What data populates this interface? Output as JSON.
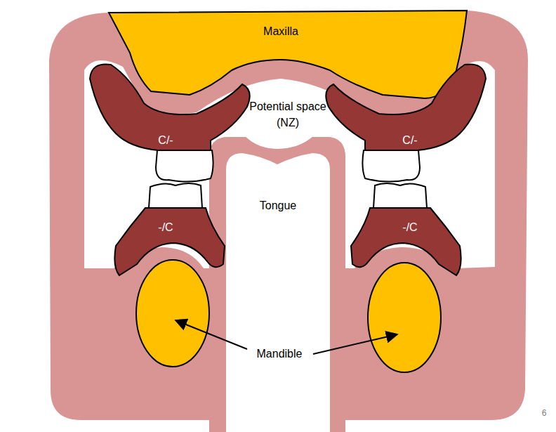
{
  "diagram": {
    "nodes": [
      {
        "text": [
          "Maxilla"
        ]
      },
      {
        "text": [
          "C/-"
        ]
      },
      {
        "text": [
          "C/-"
        ]
      },
      {
        "text": [
          "Tongue"
        ]
      },
      {
        "text": [
          "-/C"
        ]
      },
      {
        "text": [
          "-/C"
        ]
      }
    ],
    "labels": [
      "Potential space (NZ)",
      "Mandible",
      "6"
    ]
  }
}
